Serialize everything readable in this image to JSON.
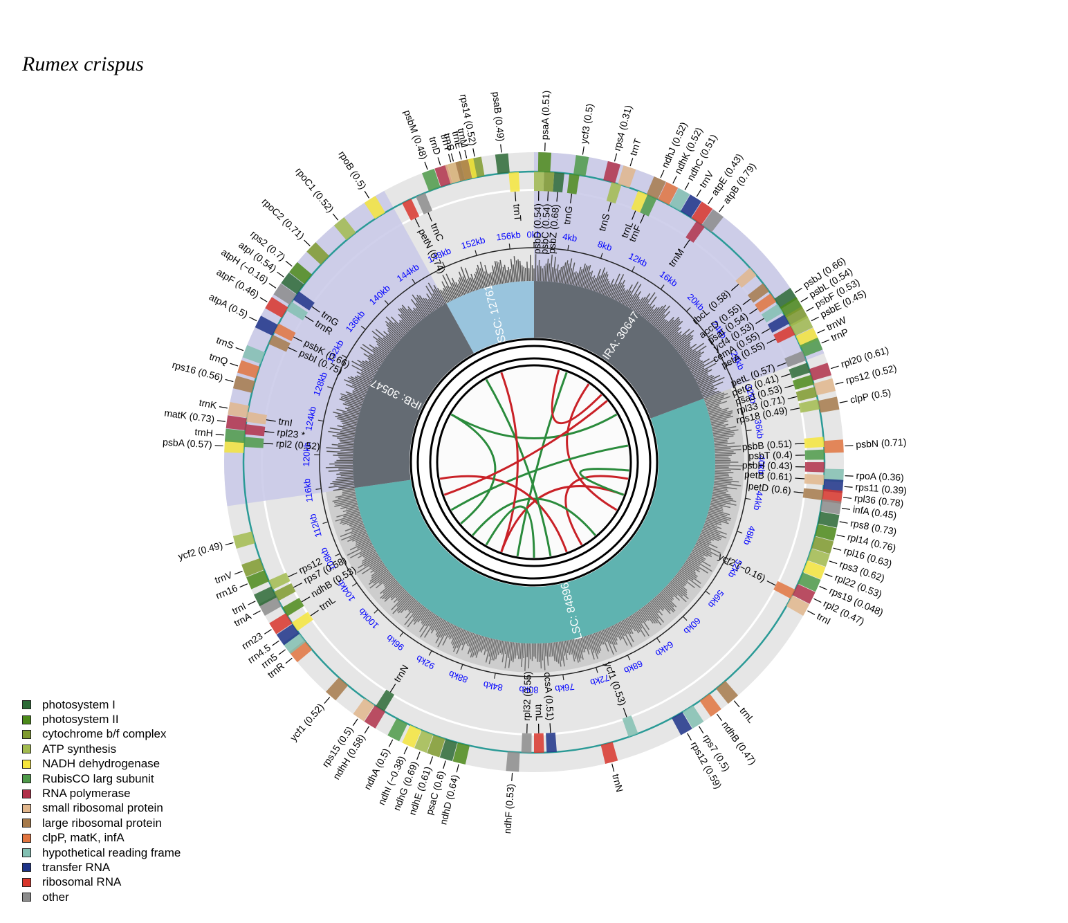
{
  "title": "Rumex crispus",
  "colors": {
    "lsc": "#5fb3b0",
    "ir": "#646b73",
    "ssc": "#99c4dd",
    "ir_shade": "#c8c8e8",
    "ring_bg": "#e6e6e6",
    "tick_label": "#0000ff",
    "backbone": "#2a9a96"
  },
  "legend": [
    {
      "label": "photosystem I",
      "color": "#2d6a36"
    },
    {
      "label": "photosystem II",
      "color": "#4c8a1a"
    },
    {
      "label": "cytochrome b/f complex",
      "color": "#7f9a2e"
    },
    {
      "label": "ATP synthesis",
      "color": "#a2bb4f"
    },
    {
      "label": "NADH dehydrogenase",
      "color": "#f5e53c"
    },
    {
      "label": "RubisCO larg subunit",
      "color": "#4e9a49"
    },
    {
      "label": "RNA polymerase",
      "color": "#b0314a"
    },
    {
      "label": "small ribosomal protein",
      "color": "#e1b68c"
    },
    {
      "label": "large ribosomal protein",
      "color": "#a67a4b"
    },
    {
      "label": "clpP, matK, infA",
      "color": "#e1743f"
    },
    {
      "label": "hypothetical reading frame",
      "color": "#82c0b2"
    },
    {
      "label": "transfer RNA",
      "color": "#1d3388"
    },
    {
      "label": "ribosomal RNA",
      "color": "#d8352b"
    },
    {
      "label": "other",
      "color": "#8c8c8c"
    }
  ],
  "regions": [
    {
      "label": "LSC: 84896",
      "start": 30640,
      "end": 115536,
      "type": "LSC"
    },
    {
      "label": "IRB: 30547",
      "start": 115536,
      "end": 146083,
      "type": "IR"
    },
    {
      "label": "SSC: 12761",
      "start": 146083,
      "end": 158844,
      "type": "SSC"
    },
    {
      "label": "IRA: 30647",
      "start": 0,
      "end": 30640,
      "type": "IR"
    }
  ],
  "genome_length": 158844,
  "ticks": [
    "0kb",
    "4kb",
    "8kb",
    "12kb",
    "16kb",
    "20kb",
    "24kb",
    "28kb",
    "32kb",
    "36kb",
    "40kb",
    "44kb",
    "48kb",
    "52kb",
    "56kb",
    "60kb",
    "64kb",
    "68kb",
    "72kb",
    "76kb",
    "80kb",
    "84kb",
    "88kb",
    "92kb",
    "96kb",
    "100kb",
    "104kb",
    "108kb",
    "112kb",
    "116kb",
    "120kb",
    "124kb",
    "128kb",
    "132kb",
    "136kb",
    "140kb",
    "144kb",
    "148kb",
    "152kb",
    "156kb"
  ],
  "gene_labels": [
    {
      "text": "psaB (0.49)",
      "angle": -6,
      "r": 470
    },
    {
      "text": "psaA (0.51)",
      "angle": 2,
      "r": 470
    },
    {
      "text": "rps14 (0.52)",
      "angle": -11,
      "r": 470
    },
    {
      "text": "trnS",
      "angle": -15,
      "r": 470
    },
    {
      "text": "trnM",
      "angle": -12.5,
      "r": 470
    },
    {
      "text": "ycf3 (0.5)",
      "angle": 9,
      "r": 470
    },
    {
      "text": "rps4 (0.31)",
      "angle": 15,
      "r": 470
    },
    {
      "text": "trnT",
      "angle": 18,
      "r": 470
    },
    {
      "text": "ndhJ (0.52)",
      "angle": 24,
      "r": 470
    },
    {
      "text": "ndhK (0.52)",
      "angle": 26.5,
      "r": 470
    },
    {
      "text": "ndhC (0.51)",
      "angle": 29,
      "r": 470
    },
    {
      "text": "trnV",
      "angle": 31.5,
      "r": 470
    },
    {
      "text": "atpE (0.43)",
      "angle": 34,
      "r": 470
    },
    {
      "text": "atpB (0.79)",
      "angle": 36.5,
      "r": 470
    },
    {
      "text": "psbJ (0.66)",
      "angle": 57,
      "r": 470
    },
    {
      "text": "psbL (0.54)",
      "angle": 59,
      "r": 470
    },
    {
      "text": "psbF (0.53)",
      "angle": 61,
      "r": 470
    },
    {
      "text": "psbE (0.45)",
      "angle": 63,
      "r": 470
    },
    {
      "text": "trnW",
      "angle": 65.5,
      "r": 470
    },
    {
      "text": "trnP",
      "angle": 67.5,
      "r": 470
    },
    {
      "text": "rpl20 (0.61)",
      "angle": 72.5,
      "r": 470
    },
    {
      "text": "rps12 (0.52)",
      "angle": 75.5,
      "r": 470
    },
    {
      "text": "clpP (0.5)",
      "angle": 79,
      "r": 470
    },
    {
      "text": "psbN (0.71)",
      "angle": 87,
      "r": 470
    },
    {
      "text": "rpoA (0.36)",
      "angle": 92.5,
      "r": 470
    },
    {
      "text": "rps11 (0.39)",
      "angle": 94.5,
      "r": 470
    },
    {
      "text": "rpl36 (0.78)",
      "angle": 96.5,
      "r": 470
    },
    {
      "text": "infA (0.45)",
      "angle": 98.5,
      "r": 470
    },
    {
      "text": "rps8 (0.73)",
      "angle": 101,
      "r": 470
    },
    {
      "text": "rpl14 (0.76)",
      "angle": 103.5,
      "r": 470
    },
    {
      "text": "rpl16 (0.63)",
      "angle": 106,
      "r": 470
    },
    {
      "text": "rps3 (0.62)",
      "angle": 108.5,
      "r": 470
    },
    {
      "text": "rpl22 (0.53)",
      "angle": 111,
      "r": 470
    },
    {
      "text": "rps19 (0.048)",
      "angle": 113.5,
      "r": 470
    },
    {
      "text": "rpl2 (0.47)",
      "angle": 116,
      "r": 470
    },
    {
      "text": "trnI",
      "angle": 118.5,
      "r": 470
    },
    {
      "text": "trnL",
      "angle": 140,
      "r": 470
    },
    {
      "text": "ndhB (0.47)",
      "angle": 144,
      "r": 470
    },
    {
      "text": "rps7 (0.5)",
      "angle": 148,
      "r": 470
    },
    {
      "text": "rps12 (0.59)",
      "angle": 150.5,
      "r": 470
    },
    {
      "text": "trnN",
      "angle": 165.5,
      "r": 470
    },
    {
      "text": "ndhF (0.53)",
      "angle": 184,
      "r": 470
    },
    {
      "text": "psaC (0.6)",
      "angle": 196.5,
      "r": 470
    },
    {
      "text": "ndhD (0.64)",
      "angle": 194,
      "r": 470
    },
    {
      "text": "ndhE (0.61)",
      "angle": 199,
      "r": 470
    },
    {
      "text": "ndhG (0.69)",
      "angle": 201.5,
      "r": 470
    },
    {
      "text": "ndhI (−0.38)",
      "angle": 204,
      "r": 470
    },
    {
      "text": "ndhA (0.5)",
      "angle": 207,
      "r": 470
    },
    {
      "text": "ndhH (0.58)",
      "angle": 212,
      "r": 470
    },
    {
      "text": "rps15 (0.5)",
      "angle": 214.5,
      "r": 470
    },
    {
      "text": "ycf1 (0.52)",
      "angle": 221,
      "r": 470
    },
    {
      "text": "trnR",
      "angle": 231,
      "r": 470
    },
    {
      "text": "rrn5",
      "angle": 233,
      "r": 470
    },
    {
      "text": "rrn4.5",
      "angle": 235,
      "r": 470
    },
    {
      "text": "rrn23",
      "angle": 237.5,
      "r": 470
    },
    {
      "text": "trnA",
      "angle": 241.5,
      "r": 470
    },
    {
      "text": "trnI",
      "angle": 243.5,
      "r": 470
    },
    {
      "text": "rrn16",
      "angle": 247,
      "r": 470
    },
    {
      "text": "trnV",
      "angle": 249.5,
      "r": 470
    },
    {
      "text": "ycf2 (0.49)",
      "angle": 255,
      "r": 470
    },
    {
      "text": "psbA (0.57)",
      "angle": 273,
      "r": 470
    },
    {
      "text": "trnH",
      "angle": 275,
      "r": 470
    },
    {
      "text": "matK (0.73)",
      "angle": 277.5,
      "r": 470
    },
    {
      "text": "trnK",
      "angle": 280,
      "r": 470
    },
    {
      "text": "rps16 (0.56)",
      "angle": 285,
      "r": 470
    },
    {
      "text": "trnQ",
      "angle": 288,
      "r": 470
    },
    {
      "text": "trnS",
      "angle": 291,
      "r": 470
    },
    {
      "text": "atpA (0.5)",
      "angle": 297,
      "r": 470
    },
    {
      "text": "atpF (0.46)",
      "angle": 301,
      "r": 470
    },
    {
      "text": "atpH (−0.16)",
      "angle": 304,
      "r": 470
    },
    {
      "text": "atpI (0.54)",
      "angle": 306.5,
      "r": 470
    },
    {
      "text": "rps2 (0.7)",
      "angle": 309,
      "r": 470
    },
    {
      "text": "rpoC2 (0.71)",
      "angle": 314,
      "r": 470
    },
    {
      "text": "rpoC1 (0.52)",
      "angle": 321,
      "r": 470
    },
    {
      "text": "rpoB (0.5)",
      "angle": 328,
      "r": 470
    },
    {
      "text": "psbM (0.48)",
      "angle": 340,
      "r": 470
    },
    {
      "text": "trnD",
      "angle": 342.5,
      "r": 470
    },
    {
      "text": "trnY",
      "angle": 344.5,
      "r": 470
    },
    {
      "text": "trnE",
      "angle": 346.5,
      "r": 470
    }
  ],
  "inner_labels": [
    {
      "text": "trnS",
      "angle": 16.5
    },
    {
      "text": "trnL",
      "angle": 22
    },
    {
      "text": "trnF",
      "angle": 24
    },
    {
      "text": "trnM",
      "angle": 35
    },
    {
      "text": "rbcL (0.58)",
      "angle": 49
    },
    {
      "text": "accD (0.55)",
      "angle": 53
    },
    {
      "text": "psaI (0.54)",
      "angle": 55.5
    },
    {
      "text": "ycf4 (0.53)",
      "angle": 58
    },
    {
      "text": "cemA (0.55)",
      "angle": 60.5
    },
    {
      "text": "petA (0.55)",
      "angle": 63
    },
    {
      "text": "petL (0.57)",
      "angle": 68.5
    },
    {
      "text": "petG (0.41)",
      "angle": 71
    },
    {
      "text": "psaJ (0.53)",
      "angle": 73.5
    },
    {
      "text": "rpl33 (0.71)",
      "angle": 76
    },
    {
      "text": "rps18 (0.49)",
      "angle": 78.5
    },
    {
      "text": "psbB (0.51)",
      "angle": 86
    },
    {
      "text": "psbT (0.4)",
      "angle": 88.5
    },
    {
      "text": "psbH (0.43)",
      "angle": 91
    },
    {
      "text": "petB (0.61)",
      "angle": 93.5
    },
    {
      "text": "petD (0.6)",
      "angle": 96.5
    },
    {
      "text": "ycf2 (−0.16)",
      "angle": 117
    },
    {
      "text": "ycf1 (0.53)",
      "angle": 160
    },
    {
      "text": "ccsA (0.51)",
      "angle": 176.5
    },
    {
      "text": "trnL",
      "angle": 179
    },
    {
      "text": "rpl32 (0.55)",
      "angle": 181.5
    },
    {
      "text": "trnN",
      "angle": 212
    },
    {
      "text": "ndhB (0.53)",
      "angle": 239
    },
    {
      "text": "rps7 (0.58)",
      "angle": 242.5
    },
    {
      "text": "rps12",
      "angle": 245
    },
    {
      "text": "trnL",
      "angle": 235.5
    },
    {
      "text": "rpl2 (0.52)",
      "angle": 274
    },
    {
      "text": "rpl23 *",
      "angle": 276.5
    },
    {
      "text": "trnI",
      "angle": 279
    },
    {
      "text": "psbI (0.75)",
      "angle": 295
    },
    {
      "text": "psbK (0.66)",
      "angle": 297.5
    },
    {
      "text": "trnR",
      "angle": 302.5
    },
    {
      "text": "trnG",
      "angle": 305
    },
    {
      "text": "petN (0.74)",
      "angle": 334
    },
    {
      "text": "trnC",
      "angle": 337
    },
    {
      "text": "psbZ (0.68)",
      "angle": 5
    },
    {
      "text": "trnG",
      "angle": 8
    },
    {
      "text": "psbC (0.54)",
      "angle": 3
    },
    {
      "text": "psbD (0.54)",
      "angle": 1
    },
    {
      "text": "trnT",
      "angle": -4
    }
  ]
}
